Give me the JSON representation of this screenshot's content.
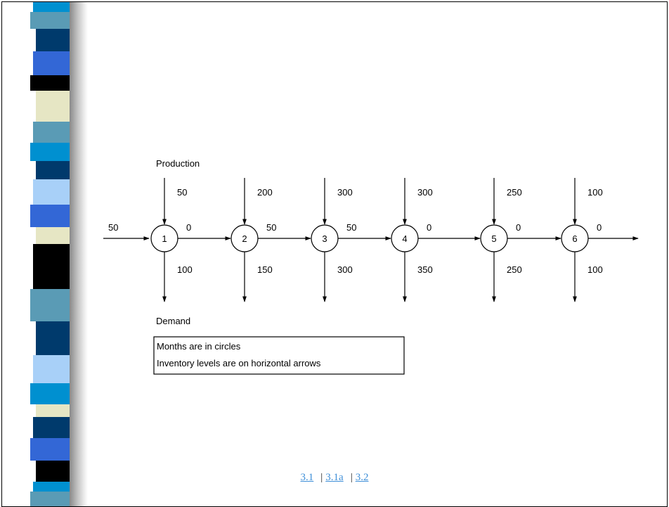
{
  "colors": {
    "stripe_palette": [
      "#0090d0",
      "#5a9bb5",
      "#003a6c",
      "#3367d6",
      "#000000",
      "#e6e6c4",
      "#a8d0f8"
    ]
  },
  "diagram": {
    "production_label": "Production",
    "demand_label": "Demand",
    "input_inventory": "50",
    "months": [
      {
        "label": "1",
        "production": "50",
        "demand": "100",
        "inventory_out": "0"
      },
      {
        "label": "2",
        "production": "200",
        "demand": "150",
        "inventory_out": "50"
      },
      {
        "label": "3",
        "production": "300",
        "demand": "300",
        "inventory_out": "50"
      },
      {
        "label": "4",
        "production": "300",
        "demand": "350",
        "inventory_out": "0"
      },
      {
        "label": "5",
        "production": "250",
        "demand": "250",
        "inventory_out": "0"
      },
      {
        "label": "6",
        "production": "100",
        "demand": "100",
        "inventory_out": "0"
      }
    ],
    "legend": [
      "Months are in circles",
      "Inventory levels are on horizontal arrows"
    ]
  },
  "footer": {
    "links": [
      "3.1",
      "3.1a",
      "3.2"
    ],
    "separator": "|"
  }
}
